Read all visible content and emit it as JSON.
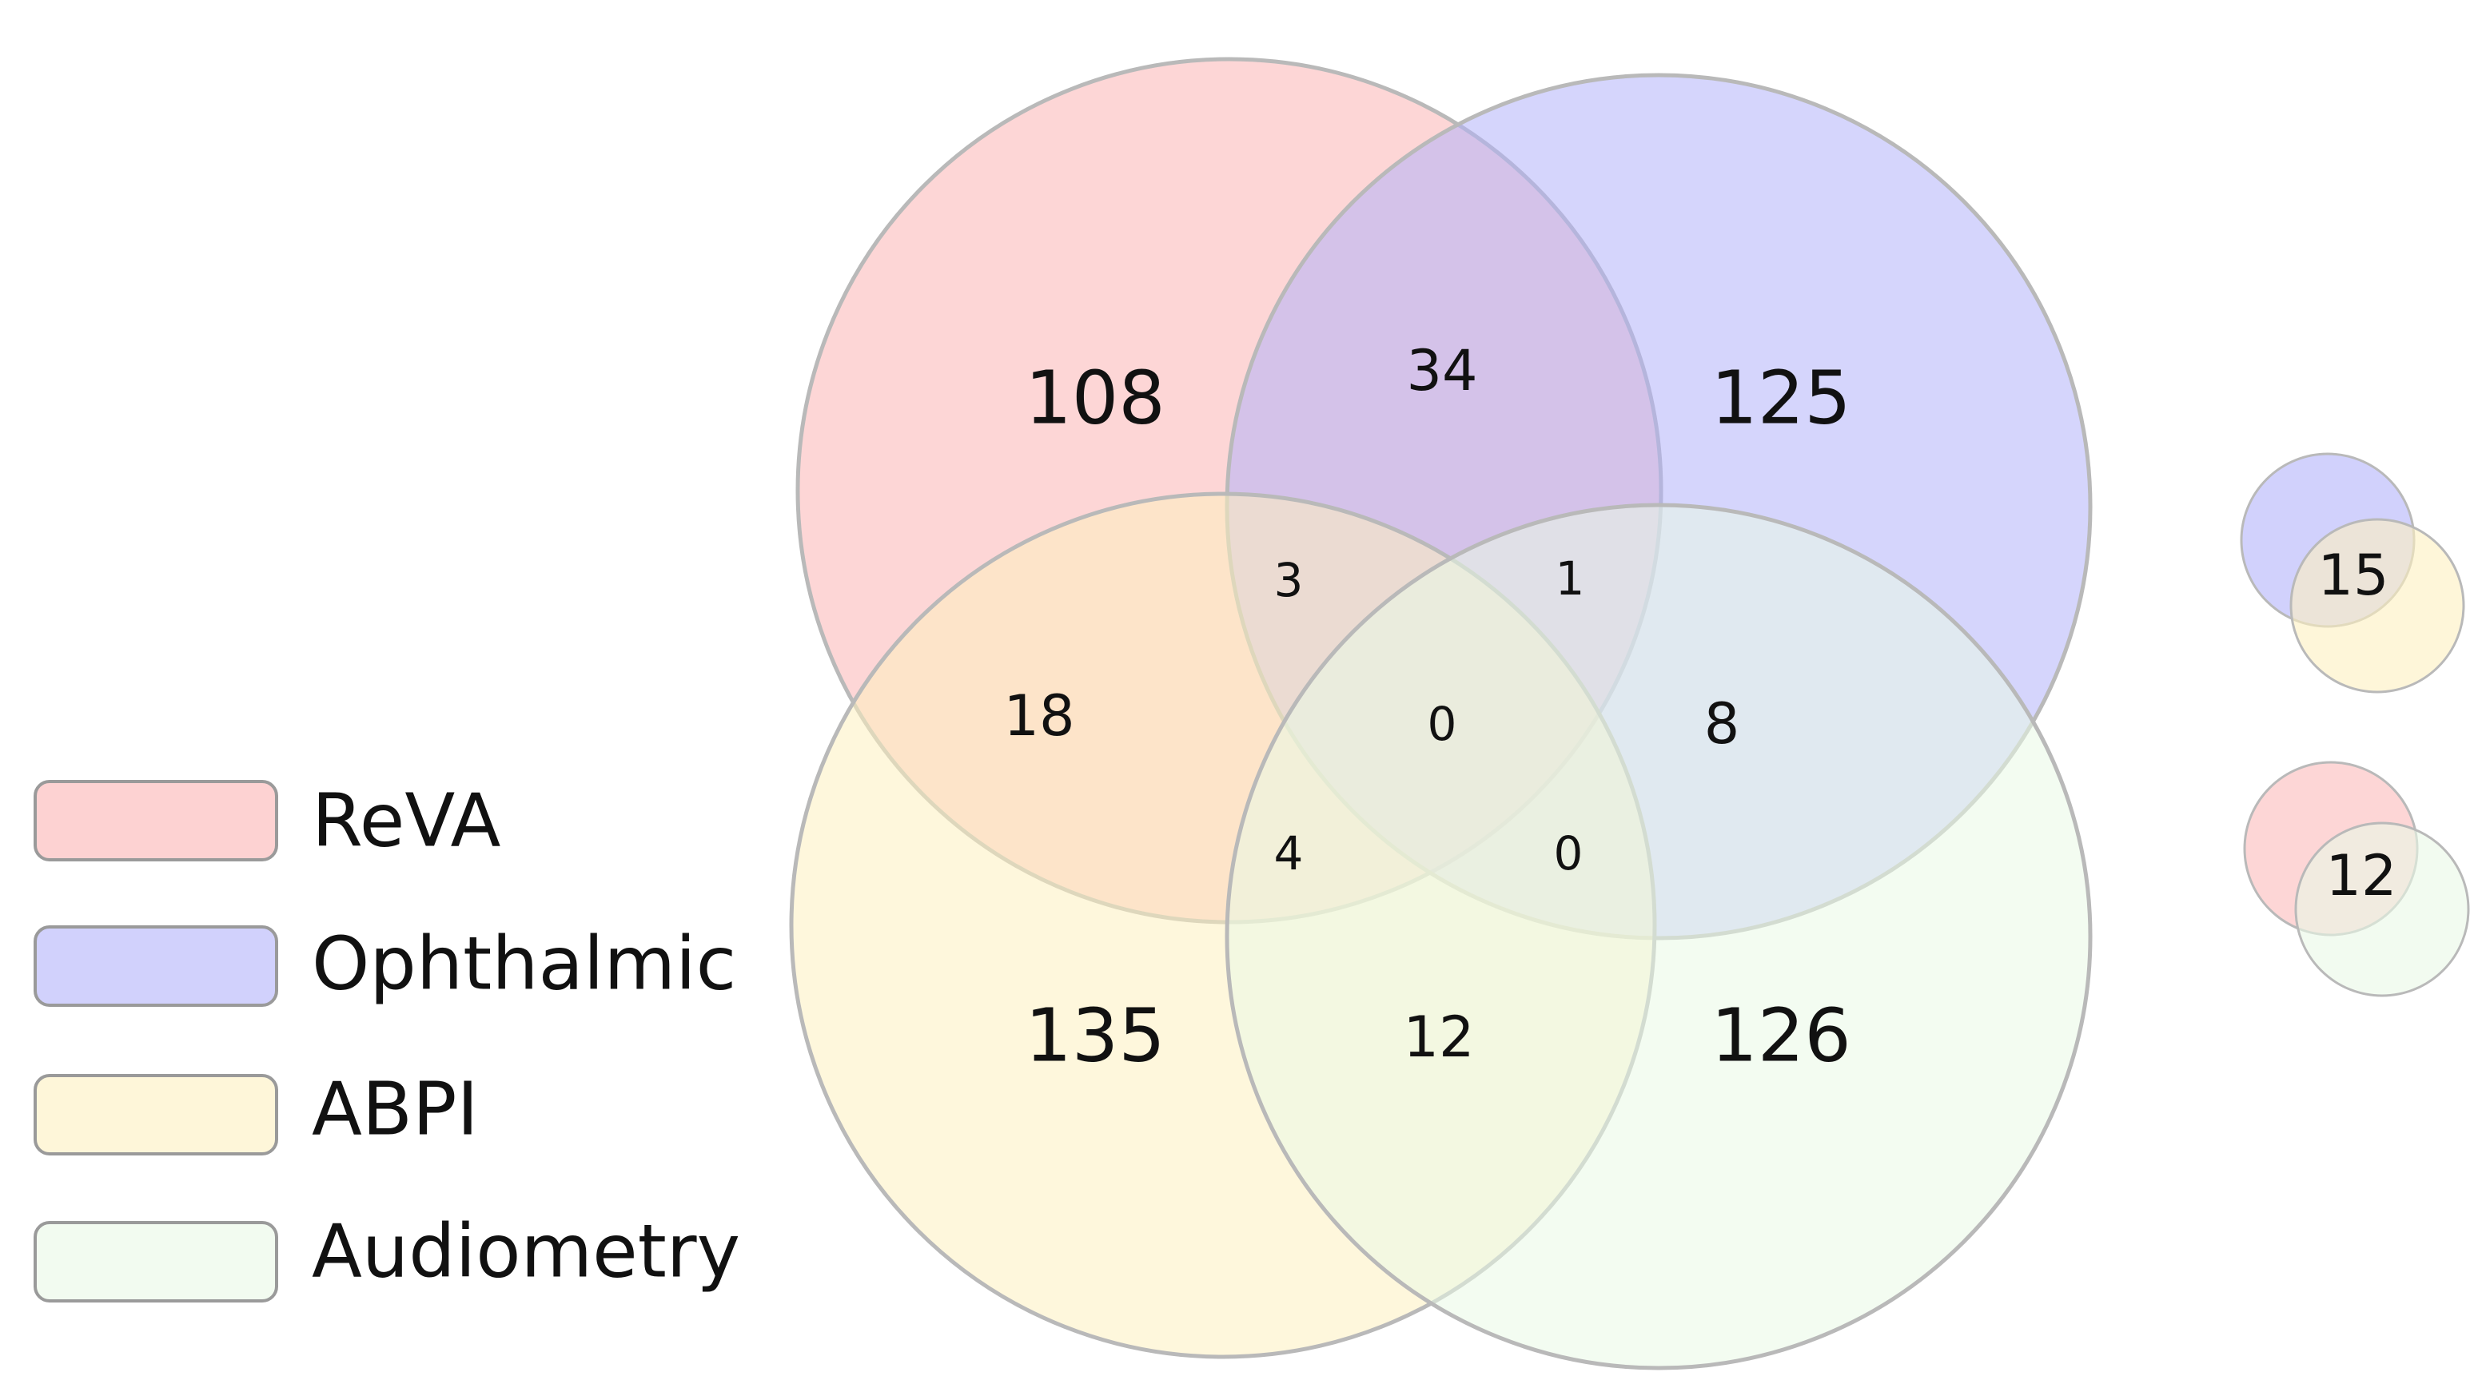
{
  "sets": [
    {
      "key": "reva",
      "label": "ReVA",
      "color": "#fbb4b4"
    },
    {
      "key": "ophthalmic",
      "label": "Ophthalmic",
      "color": "#b3b3fa"
    },
    {
      "key": "abpi",
      "label": "ABPI",
      "color": "#fdf0bf"
    },
    {
      "key": "audiometry",
      "label": "Audiometry",
      "color": "#e9f9e6"
    }
  ],
  "regions": {
    "reva_only": "108",
    "ophthalmic_only": "125",
    "abpi_only": "135",
    "audiometry_only": "126",
    "reva_ophthalmic": "34",
    "reva_ophthalmic_abpi": "3",
    "reva_ophthalmic_audiometry": "1",
    "reva_abpi": "18",
    "all_four": "0",
    "ophthalmic_audiometry": "8",
    "reva_abpi_audiometry": "4",
    "ophthalmic_abpi_audiometry": "0",
    "abpi_audiometry": "12"
  },
  "side_venns": {
    "ophthalmic_abpi": "15",
    "reva_audiometry": "12"
  }
}
